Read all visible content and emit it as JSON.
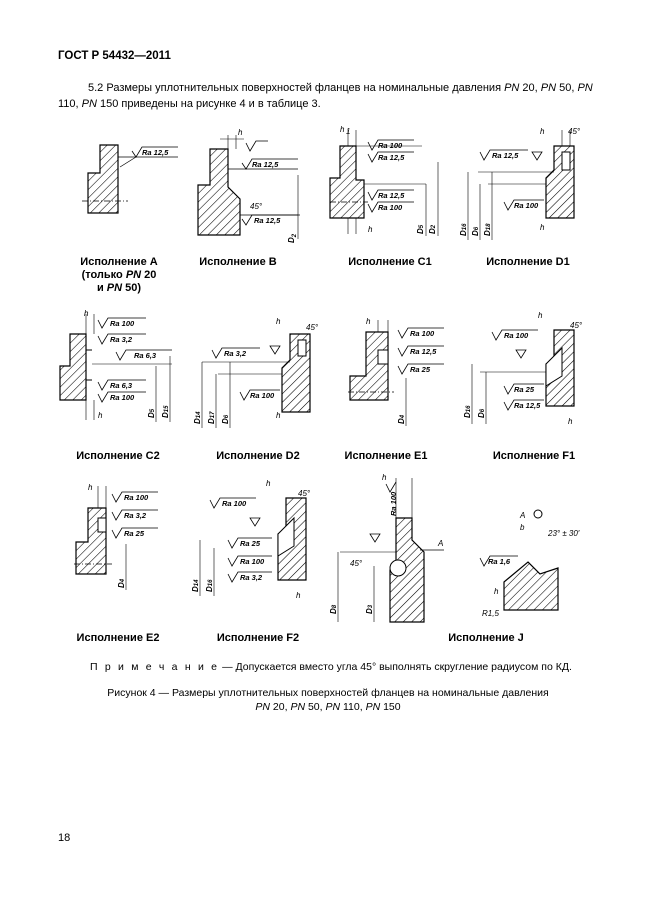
{
  "header": {
    "standard": "ГОСТ Р 54432—2011"
  },
  "intro": {
    "p1": "5.2 Размеры уплотнительных поверхностей фланцев на номинальные давления ",
    "pn20": "PN",
    "t20": " 20, ",
    "pn50": "PN",
    "t50": " 50, ",
    "pn110": "PN",
    "t110": " 110,",
    "pn150": "PN",
    "t150": " 150 приведены на рисунке 4 и в таблице 3."
  },
  "figures": {
    "A": {
      "caption_l1": "Исполнение A",
      "caption_l2": "(только ",
      "pn1": "PN",
      "caption_l2b": " 20",
      "caption_l3": "и ",
      "pn2": "PN",
      "caption_l3b": " 50)",
      "ra": [
        "Ra 12,5"
      ]
    },
    "B": {
      "caption": "Исполнение B",
      "ra": [
        "Ra 12,5"
      ],
      "h": "h",
      "angle": "45°",
      "d": "D",
      "dsub": "2"
    },
    "C1": {
      "caption": "Исполнение C1",
      "ra": [
        "Ra 100",
        "Ra 12,5",
        "Ra 12,5",
        "Ra 100"
      ],
      "h1": "h",
      "h1sub": "1",
      "d5": "D",
      "d5sub": "5",
      "d2": "D",
      "d2sub": "2"
    },
    "D1": {
      "caption": "Исполнение D1",
      "ra": [
        "Ra 12,5",
        "Ra 100"
      ],
      "h1": "h",
      "h1sub": "1",
      "h2": "h",
      "h2sub": "2",
      "angle": "45°",
      "d16": "D",
      "d16sub": "16",
      "d6": "D",
      "d6sub": "6",
      "d18": "D",
      "d18sub": "18"
    },
    "C2": {
      "caption": "Исполнение C2",
      "ra": [
        "Ra 100",
        "Ra 3,2",
        "Ra 6,3",
        "Ra 6,3",
        "Ra 100"
      ],
      "h1": "h",
      "h1sub": "1",
      "d5": "D",
      "d5sub": "5",
      "d15": "D",
      "d15sub": "15"
    },
    "D2": {
      "caption": "Исполнение D2",
      "ra": [
        "Ra 3,2",
        "Ra 100"
      ],
      "h1": "h",
      "h1sub": "1",
      "h2": "h",
      "h2sub": "2",
      "angle": "45°",
      "d14": "D",
      "d14sub": "14",
      "d17": "D",
      "d17sub": "17",
      "d6": "D",
      "d6sub": "6"
    },
    "E1": {
      "caption": "Исполнение E1",
      "ra": [
        "Ra 100",
        "Ra 12,5",
        "Ra 25"
      ],
      "h": "h",
      "d4": "D",
      "d4sub": "4"
    },
    "F1": {
      "caption": "Исполнение F1",
      "ra": [
        "Ra 100",
        "Ra 25",
        "Ra 12,5"
      ],
      "h1": "h",
      "h1sub": "1",
      "h2": "h",
      "h2sub": "2",
      "angle": "45°",
      "d16": "D",
      "d16sub": "16",
      "d6": "D",
      "d6sub": "6"
    },
    "E2": {
      "caption": "Исполнение E2",
      "ra": [
        "Ra 100",
        "Ra 3,2",
        "Ra 25"
      ],
      "h1": "h",
      "h1sub": "1",
      "d4": "D",
      "d4sub": "4"
    },
    "F2": {
      "caption": "Исполнение F2",
      "ra": [
        "Ra 100",
        "Ra 25",
        "Ra 100",
        "Ra 3,2"
      ],
      "h1": "h",
      "h1sub": "1",
      "h2": "h",
      "h2sub": "2",
      "angle": "45°",
      "d14": "D",
      "d14sub": "14",
      "d16": "D",
      "d16sub": "16"
    },
    "J": {
      "caption": "Исполнение J",
      "ra": [
        "Ra 100",
        "Ra 1,6"
      ],
      "h5": "h",
      "h5sub": "5",
      "h3": "h",
      "h3sub": "3",
      "b2": "b",
      "b2sub": "2",
      "angle": "45°",
      "angle2": "23° ± 30′",
      "d8": "D",
      "d8sub": "8",
      "d3": "D",
      "d3sub": "3",
      "viewA": "A",
      "viewA2": "A",
      "r": "R1,5"
    }
  },
  "note": {
    "label": "П р и м е ч а н и е",
    "text": " — Допускается вместо угла 45° выполнять скругление радиусом по КД."
  },
  "figure_caption": {
    "l1": "Рисунок 4 — Размеры уплотнительных поверхностей фланцев на номинальные давления",
    "pn20": "PN",
    "t20": " 20, ",
    "pn50": "PN",
    "t50": " 50, ",
    "pn110": "PN",
    "t110": " 110, ",
    "pn150": "PN",
    "t150": " 150"
  },
  "page": {
    "number": "18"
  }
}
